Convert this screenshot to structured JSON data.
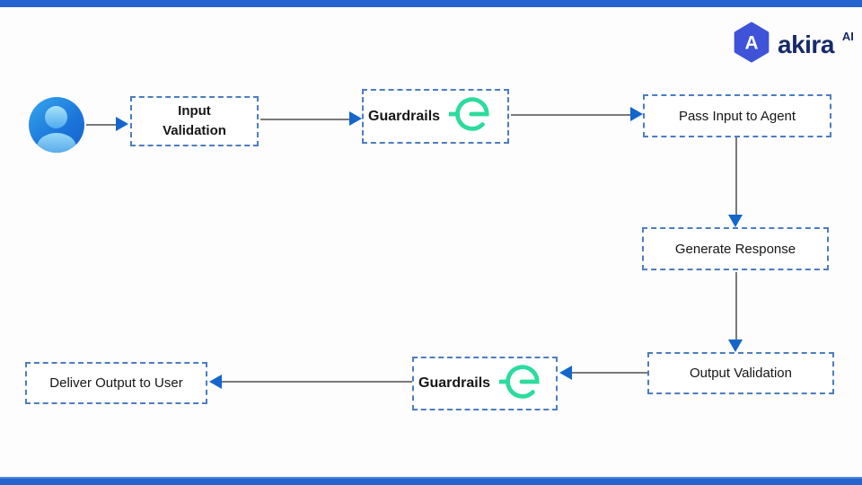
{
  "brand": {
    "wordmark": "akira",
    "superscript": "AI",
    "monogram": "A",
    "hexagon_color": "#3e53d8",
    "text_color": "#172a68"
  },
  "accent_bars": {
    "color": "#2563cf"
  },
  "palette": {
    "box_border_blue": "#4c7dc0",
    "arrow_line_gray": "#7a7a7a",
    "arrow_head_blue": "#1466cc",
    "guardrails_green": "#2bdc9d",
    "label_text": "#161616"
  },
  "nodes": {
    "input_validation": {
      "line1": "Input",
      "line2": "Validation"
    },
    "guardrails_input": {
      "label": "Guardrails"
    },
    "pass_input": {
      "label": "Pass Input to Agent"
    },
    "generate_response": {
      "label": "Generate Response"
    },
    "output_validation": {
      "label": "Output Validation"
    },
    "guardrails_output": {
      "label": "Guardrails"
    },
    "deliver_output": {
      "label": "Deliver Output to User"
    }
  },
  "edges": [
    {
      "from": "user",
      "to": "input-validation"
    },
    {
      "from": "input-validation",
      "to": "guardrails-input"
    },
    {
      "from": "guardrails-input",
      "to": "pass-input-to-agent"
    },
    {
      "from": "pass-input-to-agent",
      "to": "generate-response"
    },
    {
      "from": "generate-response",
      "to": "output-validation"
    },
    {
      "from": "output-validation",
      "to": "guardrails-output"
    },
    {
      "from": "guardrails-output",
      "to": "deliver-output-to-user"
    }
  ]
}
